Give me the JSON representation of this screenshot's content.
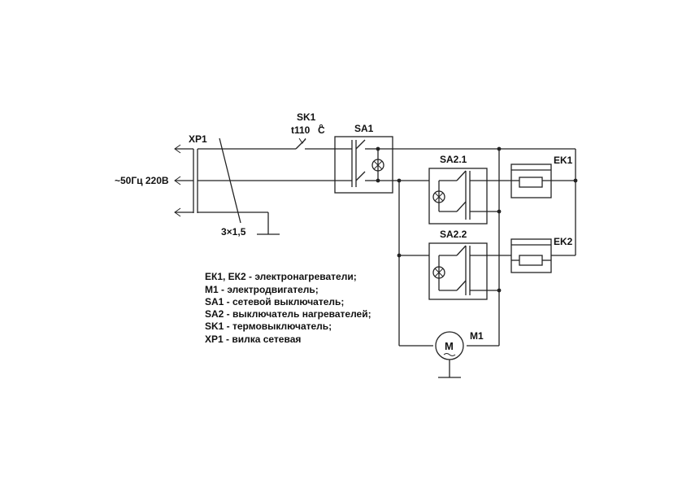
{
  "labels": {
    "xp1": "XP1",
    "supply": "~50Гц 220В",
    "cable": "3×1,5",
    "sk1": "SK1",
    "sk1_temp": "t110",
    "sk1_unit": "C",
    "sa1": "SA1",
    "sa21": "SA2.1",
    "sa22": "SA2.2",
    "ek1": "EK1",
    "ek2": "EK2",
    "m1": "M1",
    "motor_symbol": "M"
  },
  "legend": [
    "ЕК1, ЕК2 - электронагреватели;",
    "М1 - электродвигатель;",
    "SA1 - сетевой выключатель;",
    "SA2 - выключатель нагревателей;",
    "SK1 - термовыключатель;",
    "XP1 - вилка сетевая"
  ],
  "colors": {
    "line": "#222222",
    "text": "#111111",
    "background": "#ffffff"
  }
}
